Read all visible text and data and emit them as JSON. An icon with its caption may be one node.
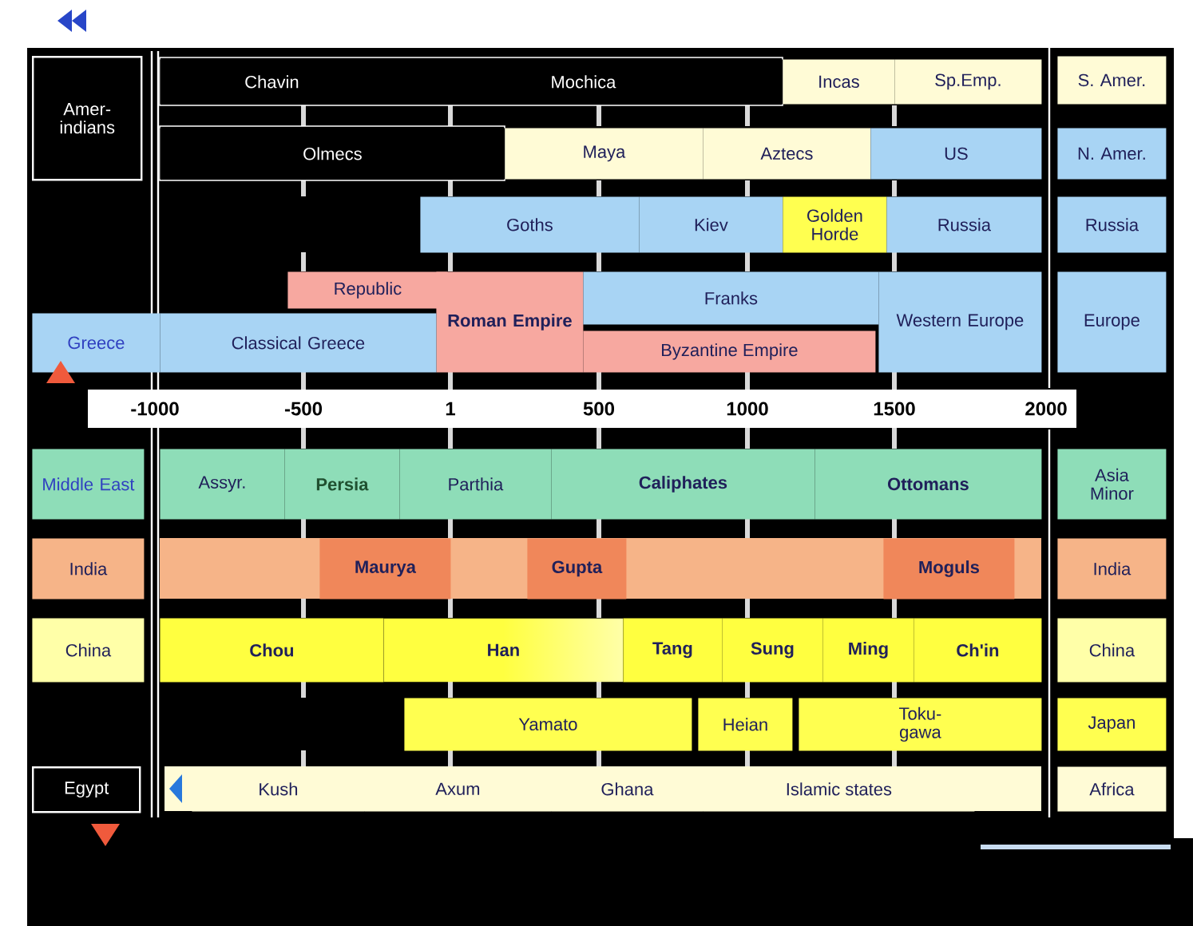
{
  "diagram": {
    "nodes": [
      {
        "text": [
          "Amer-indians"
        ]
      },
      {
        "text": [
          "Chavin"
        ]
      },
      {
        "text": [
          "Mochica"
        ]
      },
      {
        "text": [
          "Incas"
        ]
      },
      {
        "text": [
          "Sp.Emp."
        ]
      },
      {
        "text": [
          "S. Amer."
        ]
      },
      {
        "text": [
          "Olmecs"
        ]
      },
      {
        "text": [
          "Maya"
        ]
      },
      {
        "text": [
          "Aztecs"
        ]
      },
      {
        "text": [
          "US"
        ]
      },
      {
        "text": [
          "N. Amer."
        ]
      },
      {
        "text": [
          "Goths"
        ]
      },
      {
        "text": [
          "Kiev"
        ]
      },
      {
        "text": [
          "Golden Horde"
        ]
      },
      {
        "text": [
          "Russia"
        ]
      },
      {
        "text": [
          "Russia"
        ]
      },
      {
        "text": [
          "Republic"
        ]
      },
      {
        "text": [
          "Roman Empire"
        ]
      },
      {
        "text": [
          "Franks"
        ]
      },
      {
        "text": [
          "Western Europe"
        ]
      },
      {
        "text": [
          "Europe"
        ]
      },
      {
        "text": [
          "Greece"
        ]
      },
      {
        "text": [
          "Classical Greece"
        ]
      },
      {
        "text": [
          "Byzantine Empire"
        ]
      },
      {
        "text": [
          "Middle East"
        ]
      },
      {
        "text": [
          "Assyr."
        ]
      },
      {
        "text": [
          "Persia"
        ]
      },
      {
        "text": [
          "Parthia"
        ]
      },
      {
        "text": [
          "Caliphates"
        ]
      },
      {
        "text": [
          "Ottomans"
        ]
      },
      {
        "text": [
          "Asia Minor"
        ]
      },
      {
        "text": [
          "India"
        ]
      },
      {
        "text": [
          "Maurya"
        ]
      },
      {
        "text": [
          "Gupta"
        ]
      },
      {
        "text": [
          "Moguls"
        ]
      },
      {
        "text": [
          "India"
        ]
      },
      {
        "text": [
          "China"
        ]
      },
      {
        "text": [
          "Chou"
        ]
      },
      {
        "text": [
          "Han"
        ]
      },
      {
        "text": [
          "Tang"
        ]
      },
      {
        "text": [
          "Sung"
        ]
      },
      {
        "text": [
          "Ming"
        ]
      },
      {
        "text": [
          "Ch'in"
        ]
      },
      {
        "text": [
          "China"
        ]
      },
      {
        "text": [
          "Yamato"
        ]
      },
      {
        "text": [
          "Heian"
        ]
      },
      {
        "text": [
          "Toku-gawa"
        ]
      },
      {
        "text": [
          "Japan"
        ]
      },
      {
        "text": [
          "Egypt"
        ]
      },
      {
        "text": [
          "Kush"
        ]
      },
      {
        "text": [
          "Axum"
        ]
      },
      {
        "text": [
          "Ghana"
        ]
      },
      {
        "text": [
          "Islamic states"
        ]
      },
      {
        "text": [
          "Africa"
        ]
      }
    ],
    "labels": [
      "-1000",
      "-500",
      "1",
      "500",
      "1000",
      "1500",
      "2000"
    ]
  }
}
